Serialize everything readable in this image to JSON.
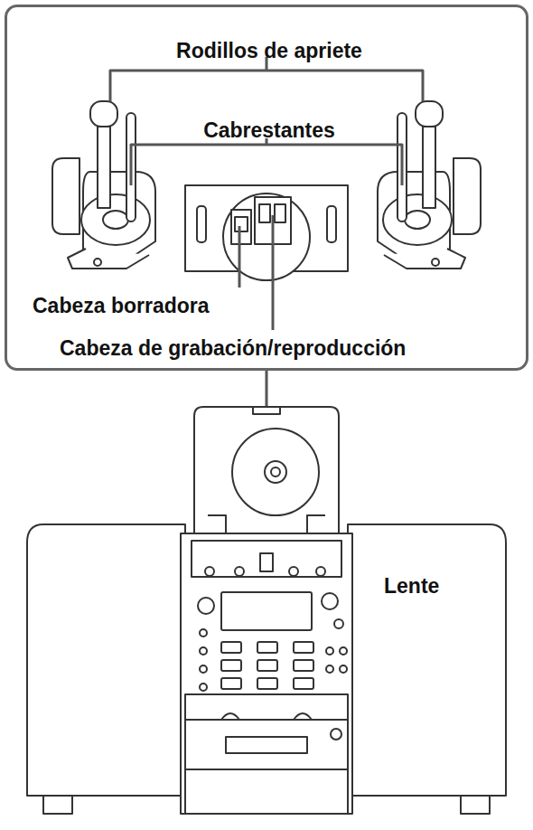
{
  "diagram": {
    "nodes": [
      {
        "text": [
          "Rodillos de apriete",
          "Cabrestantes",
          "Cabeza borradora",
          "Cabeza de grabación/reproducción"
        ]
      }
    ],
    "labels": [
      "Lente"
    ]
  }
}
